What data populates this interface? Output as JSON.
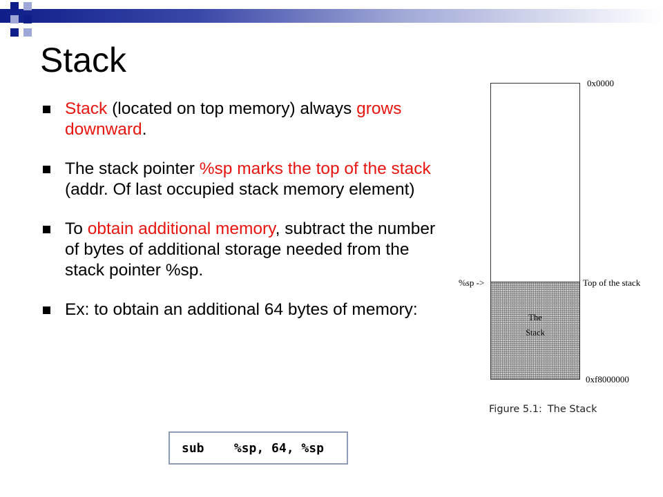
{
  "title": "Stack",
  "colors": {
    "accent_red": "#e8140f",
    "header_blue": "#0f1f8a",
    "square_light": "#9fa7d6",
    "code_border": "#8d9bb8"
  },
  "bullets": [
    {
      "segments": [
        {
          "text": "Stack",
          "red": true
        },
        {
          "text": " (located on top memory) always ",
          "red": false
        },
        {
          "text": "grows downward",
          "red": true
        },
        {
          "text": ".",
          "red": false
        }
      ]
    },
    {
      "segments": [
        {
          "text": "The stack pointer ",
          "red": false
        },
        {
          "text": "%sp marks the top of the stack",
          "red": true
        },
        {
          "text": " (addr. Of last occupied stack memory element)",
          "red": false
        }
      ]
    },
    {
      "segments": [
        {
          "text": "To ",
          "red": false
        },
        {
          "text": "obtain additional memory",
          "red": true
        },
        {
          "text": ", subtract the number of bytes of additional storage needed from the stack pointer %sp.",
          "red": false
        }
      ]
    },
    {
      "segments": [
        {
          "text": "Ex: to obtain an additional 64 bytes of memory:",
          "red": false
        }
      ]
    }
  ],
  "code": "sub    %sp, 64, %sp",
  "figure": {
    "addr_top": "0x0000",
    "addr_bottom": "0xf8000000",
    "sp_label": "%sp ->",
    "top_of_stack": "Top of the stack",
    "stack_label_line1": "The",
    "stack_label_line2": "Stack",
    "caption_number": "Figure 5.1:",
    "caption_text": "The Stack"
  }
}
